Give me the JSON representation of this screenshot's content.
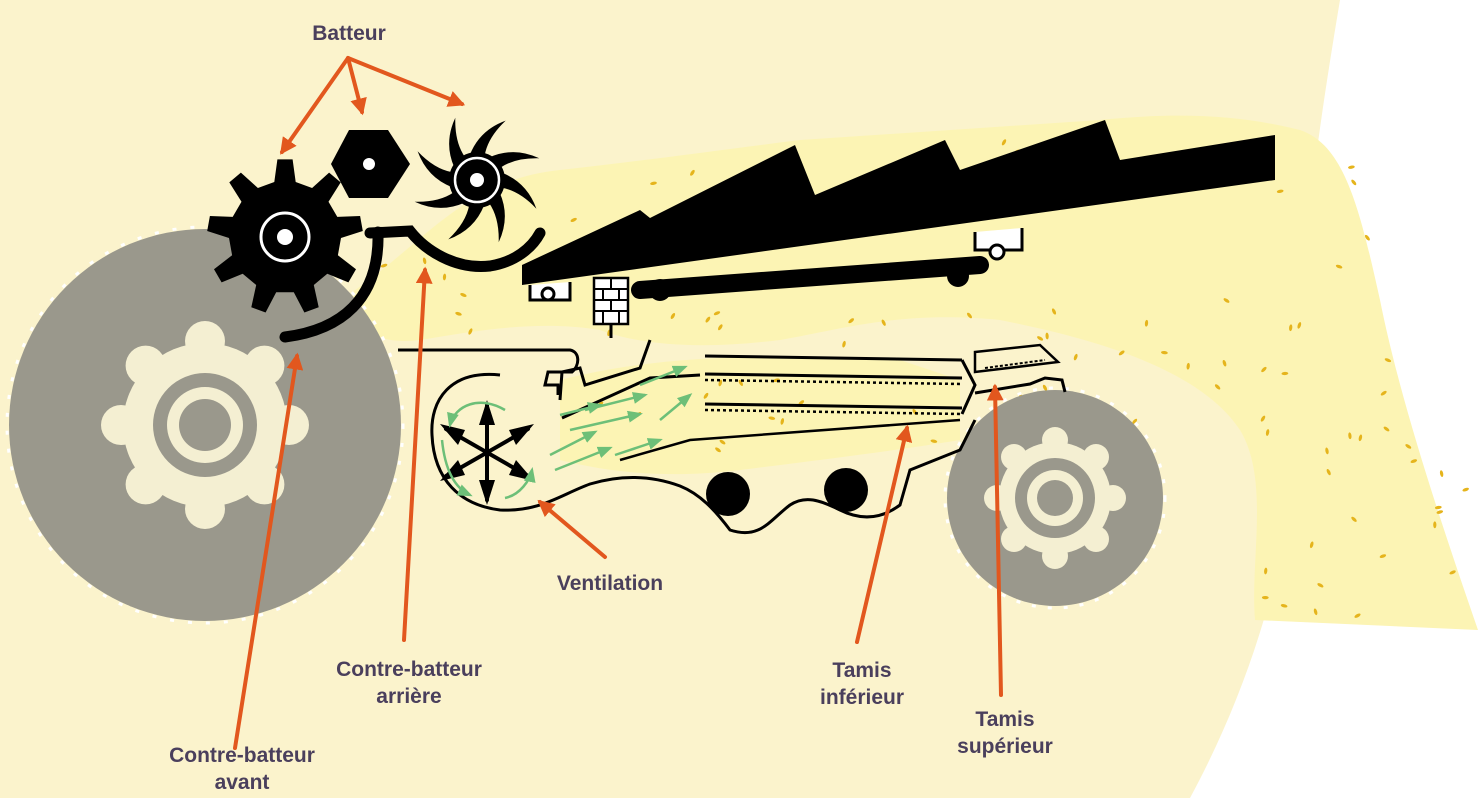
{
  "labels": {
    "batteur": "Batteur",
    "contre_batteur_arriere": "Contre-batteur\narrière",
    "contre_batteur_avant": "Contre-batteur\navant",
    "ventilation": "Ventilation",
    "tamis_inferieur": "Tamis\ninférieur",
    "tamis_superieur": "Tamis\nsupérieur"
  },
  "colors": {
    "background": "#fbf3cc",
    "grain_flow": "#fcf4b4",
    "grain": "#e5b41c",
    "machine": "#000000",
    "wheel": "#9a988c",
    "wheel_hub": "#f4efd2",
    "arrow": "#e2571e",
    "airflow": "#6dbf78",
    "label_text": "#4a3f5c"
  },
  "icons": [
    "gear-icon",
    "hexagon-drum-icon",
    "fan-rotor-icon",
    "brick-wall-icon"
  ]
}
